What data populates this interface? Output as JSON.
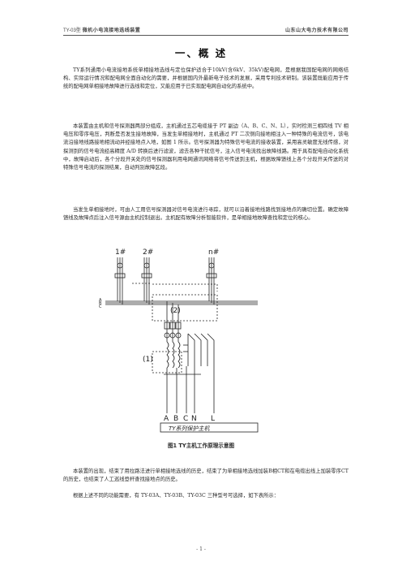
{
  "header": {
    "left_prefix": "TY-03型",
    "left_title": "微机小电流接地选线装置",
    "right": "山东山大电力技术有限公司"
  },
  "section_title": "一、概  述",
  "paragraphs": [
    "TY系列通用小电流接地系统单相接地选线与定位保护适合于10kV(含6kV、35kV)配电网，是根据我国配电网的网络结构、实际运行情况和配电网全面自动化的需要，并根据国内外最新电子技术的发展，采用专利技术研制。该装置既能应用于传统的配电网单相接地故障进行选线和定位，又能应用于已实现配电网自动化的系统中。",
    "本装置由主机和信号探测器两部分组成，主机通过五芯电缆接于 PT 副边（A、B、C、N、L），实时检测三相四线 TV 相电压和零序电压，判断是否发生接地故障，当发生单相接地时，主机通过 PT 二次侧向接地相注入一种特殊的电流信号，该电流沿接地线路接地相流动并经接地点入地，如图 1 所示。信号探测器为特殊信号电流的接收装置，采用高灵敏度无线传感，对探测到的信号电流经高精度 A/D 转换后进行滤波，滤去各种干扰信号，注入信号电流找出故障线路。用于具有配电自动化系统中，故障启动后，各个分段开关处的信号探测器利用电网通讯网络将信号传送到主机，根据故障馈线上各个分段开关传送的对特殊信号电流的探测结果，自动判别故障区段。",
    "当发生单相接地时，可由人工用信号探测器对信号电流进行寻踪，就可以沿着接地线路找到接地点的确切位置。确定故障馈线及故障点后注入信号源由主机控制退出。主机配有故障分析智能软件，是单相接地故障查找和定位的核心。",
    "本装置的出现，结束了用拉路法进行单相接地选线的历史，结束了为单相接地选线加装B相CT和在电缆出线上加装零序CT的历史，也结束了人工巡线登杆查找接地点的历史。",
    "根据上述不同的功能需要，有 TY-03A、TY-03B、TY-03C 三种型号可选择，如下表所示："
  ],
  "diagram": {
    "feeder_labels": [
      "1#",
      "2#",
      "n#"
    ],
    "bus_labels": [
      "A",
      "B",
      "C"
    ],
    "part_labels": [
      "(2)",
      "(1)"
    ],
    "terminal_labels": [
      "A",
      "B",
      "C",
      "N",
      "L"
    ],
    "device_label": "TY系列保护主机"
  },
  "caption": "图1   TY主机工作原理示意图",
  "footer": "- 1 -"
}
